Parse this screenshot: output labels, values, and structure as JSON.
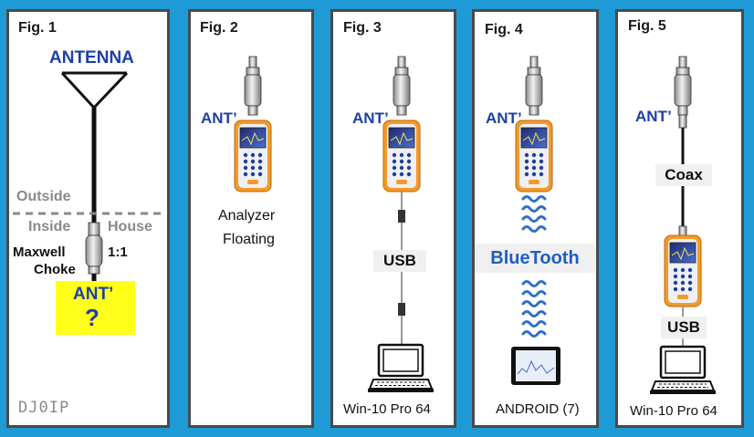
{
  "fig1": {
    "title": "Fig. 1",
    "antenna": "ANTENNA",
    "outside": "Outside",
    "inside": "Inside",
    "house": "House",
    "choke_line1": "Maxwell",
    "choke_line2": "Choke",
    "ratio": "1:1",
    "ant_prime": "ANT’",
    "question": "?",
    "credit": "DJ0IP"
  },
  "fig2": {
    "title": "Fig. 2",
    "ant_prime": "ANT’",
    "caption_line1": "Analyzer",
    "caption_line2": "Floating"
  },
  "fig3": {
    "title": "Fig. 3",
    "ant_prime": "ANT’",
    "link": "USB",
    "computer": "Win-10 Pro 64"
  },
  "fig4": {
    "title": "Fig. 4",
    "ant_prime": "ANT’",
    "link": "BlueTooth",
    "device": "ANDROID (7)"
  },
  "fig5": {
    "title": "Fig. 5",
    "ant_prime": "ANT’",
    "cable": "Coax",
    "link": "USB",
    "computer": "Win-10 Pro 64"
  },
  "colors": {
    "background": "#1e9ad6",
    "label_blue": "#1f3fa8",
    "highlight_yellow": "#ffff1a",
    "analyzer_orange": "#f39a2a"
  }
}
